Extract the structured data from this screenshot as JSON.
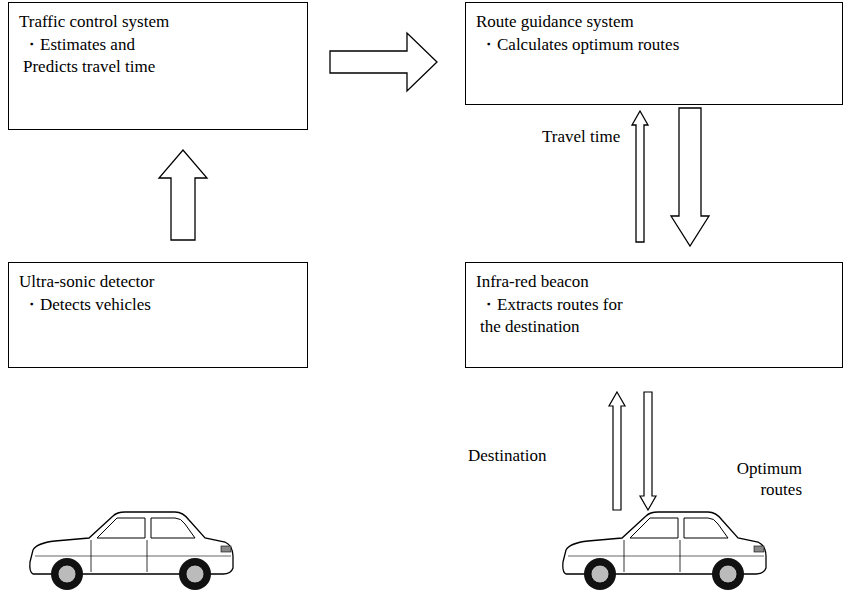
{
  "diagram": {
    "nodes": [
      {
        "text": [
          "Traffic control system",
          "・Estimates and Predicts travel time"
        ]
      },
      {
        "text": [
          "Route guidance system",
          "・Calculates optimum routes"
        ]
      },
      {
        "text": [
          "Ultra-sonic detector",
          "・Detects vehicles"
        ]
      },
      {
        "text": [
          "Infra-red beacon",
          "・Extracts routes for the destination"
        ]
      }
    ],
    "edges": [
      {
        "from": 2,
        "to": 0,
        "arrow": "to"
      },
      {
        "from": 0,
        "to": 1,
        "arrow": "to"
      },
      {
        "from": 3,
        "to": 1,
        "label": "Travel time",
        "arrow": "to"
      },
      {
        "from": 1,
        "to": 3,
        "arrow": "to"
      }
    ],
    "labels": [
      "Destination",
      "Optimum routes"
    ]
  }
}
